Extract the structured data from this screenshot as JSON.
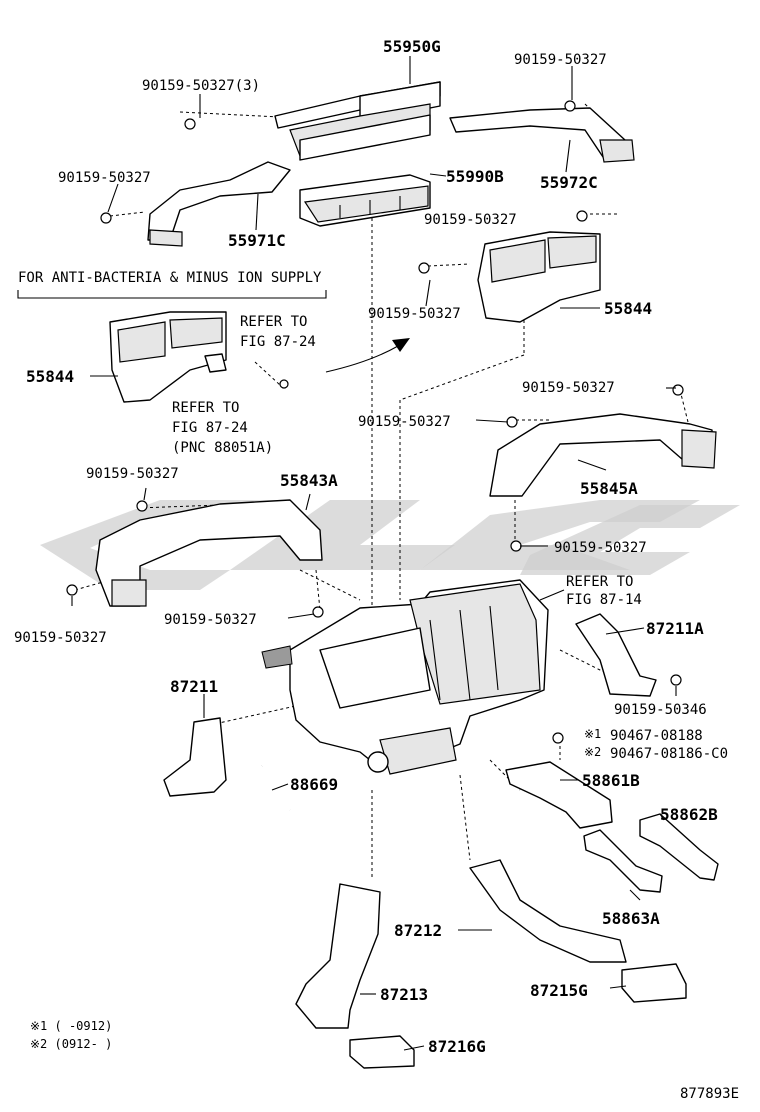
{
  "diagram_id": "877893E",
  "callouts": {
    "p55950G": "55950G",
    "p90159_50327_3": "90159-50327(3)",
    "p90159_50327_a": "90159-50327",
    "p90159_50327_b": "90159-50327",
    "p55990B": "55990B",
    "p55972C": "55972C",
    "p55971C": "55971C",
    "p90159_50327_c": "90159-50327",
    "p90159_50327_d": "90159-50327",
    "p55844_right": "55844",
    "p55844_left": "55844",
    "p90159_50327_e": "90159-50327",
    "p90159_50327_f": "90159-50327",
    "p55845A": "55845A",
    "p90159_50327_g": "90159-50327",
    "p55843A": "55843A",
    "p90159_50327_h": "90159-50327",
    "p90159_50327_i": "90159-50327",
    "p90159_50327_j": "90159-50327",
    "p87211A": "87211A",
    "p87211": "87211",
    "p90159_50346": "90159-50346",
    "p90467_08188": "90467-08188",
    "p90467_08186": "90467-08186-C0",
    "p88669": "88669",
    "p58861B": "58861B",
    "p58862B": "58862B",
    "p58863A": "58863A",
    "p87212": "87212",
    "p87215G": "87215G",
    "p87213": "87213",
    "p87216G": "87216G"
  },
  "notes": {
    "anti_bacteria": "FOR ANTI-BACTERIA & MINUS ION SUPPLY",
    "refer_a_1": "REFER TO",
    "refer_a_2": "FIG 87-24",
    "refer_b_1": "REFER TO",
    "refer_b_2": "FIG 87-24",
    "refer_b_3": "(PNC 88051A)",
    "refer_c_1": "REFER TO",
    "refer_c_2": "FIG 87-14",
    "mark1": "※1",
    "mark2": "※2",
    "footnote1": "※1 (    -0912)",
    "footnote2": "※2 (0912-       )"
  },
  "icons": [
    "bolt-icon",
    "clip-icon",
    "arrow-icon"
  ],
  "colors": {
    "ink": "#000000",
    "watermark": "#cfcfcf"
  }
}
